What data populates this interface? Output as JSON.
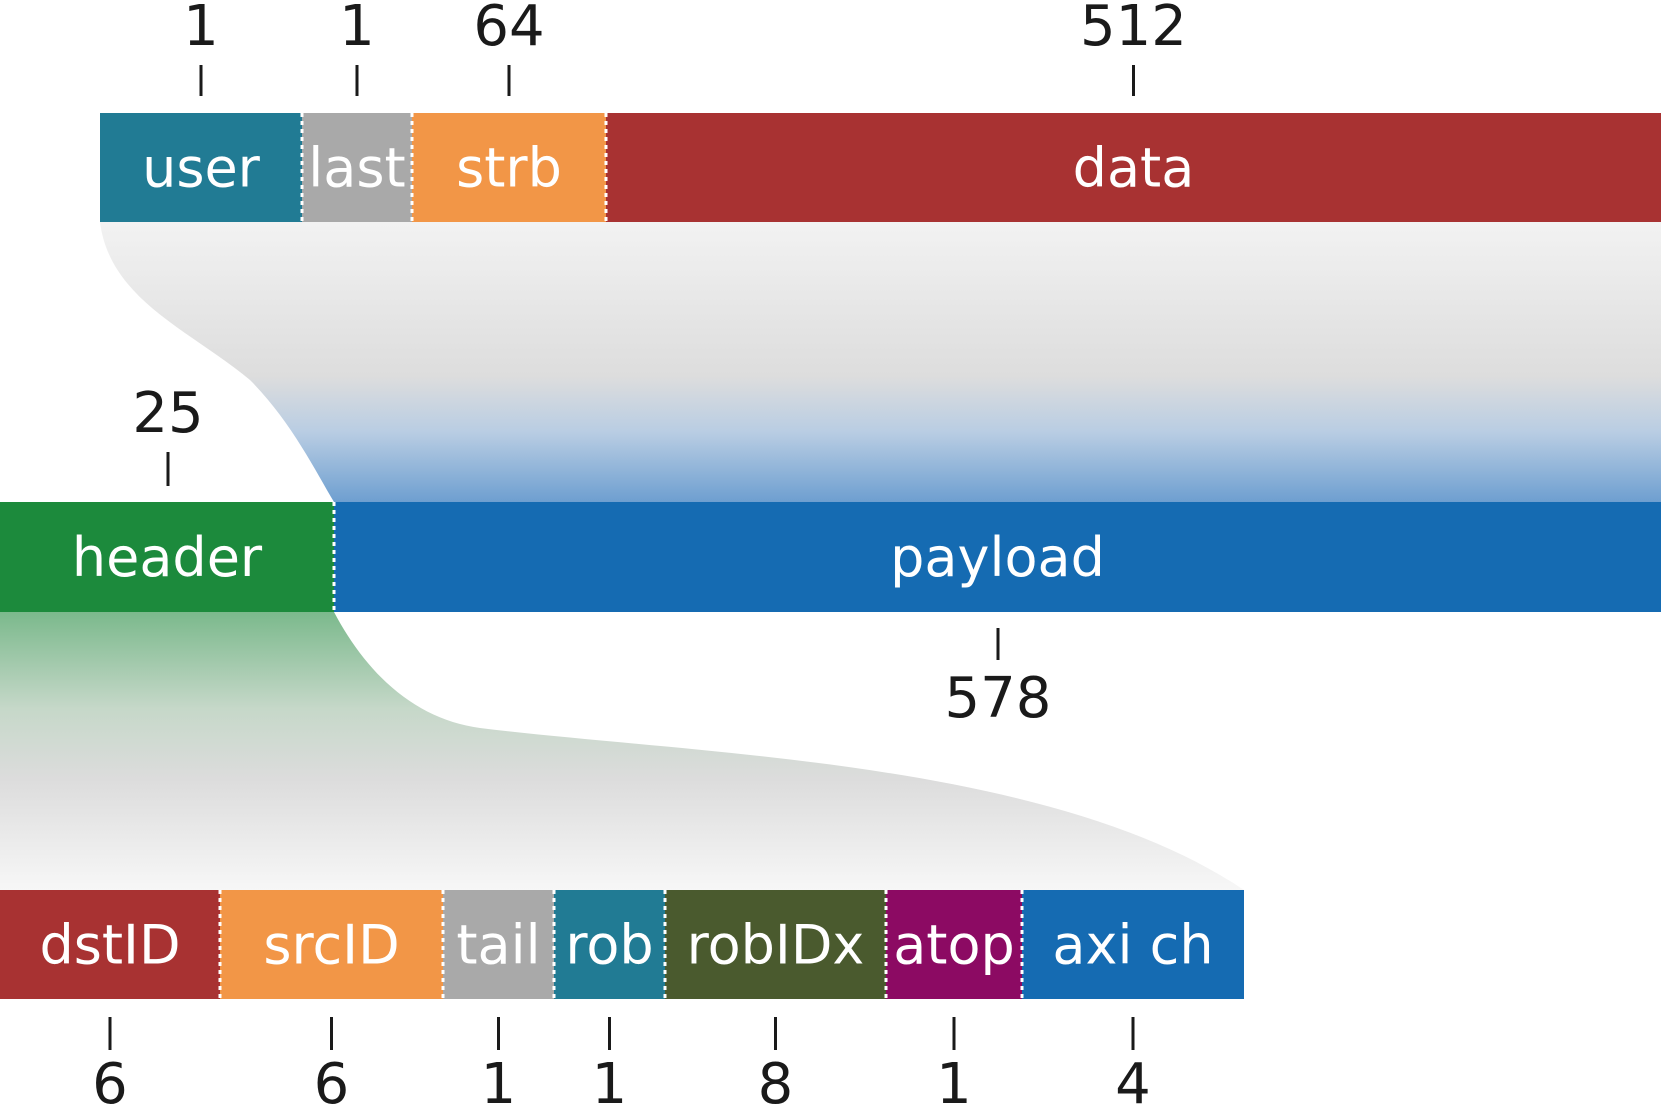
{
  "rows": [
    {
      "id": "axi-beat",
      "segments": [
        {
          "label": "user",
          "bits": "1",
          "color": "#217b94"
        },
        {
          "label": "last",
          "bits": "1",
          "color": "#a9a9a9"
        },
        {
          "label": "strb",
          "bits": "64",
          "color": "#f29647"
        },
        {
          "label": "data",
          "bits": "512",
          "color": "#a83232"
        }
      ]
    },
    {
      "id": "flit",
      "segments": [
        {
          "label": "header",
          "bits": "25",
          "color": "#1c8a3c"
        },
        {
          "label": "payload",
          "bits": "578",
          "color": "#156bb2"
        }
      ]
    },
    {
      "id": "header-fields",
      "segments": [
        {
          "label": "dstID",
          "bits": "6",
          "color": "#a83232"
        },
        {
          "label": "srcID",
          "bits": "6",
          "color": "#f29647"
        },
        {
          "label": "tail",
          "bits": "1",
          "color": "#a9a9a9"
        },
        {
          "label": "rob",
          "bits": "1",
          "color": "#217b94"
        },
        {
          "label": "robIDx",
          "bits": "8",
          "color": "#4a5a2e"
        },
        {
          "label": "atop",
          "bits": "1",
          "color": "#8c0a63"
        },
        {
          "label": "axi ch",
          "bits": "4",
          "color": "#156bb2"
        }
      ]
    }
  ]
}
